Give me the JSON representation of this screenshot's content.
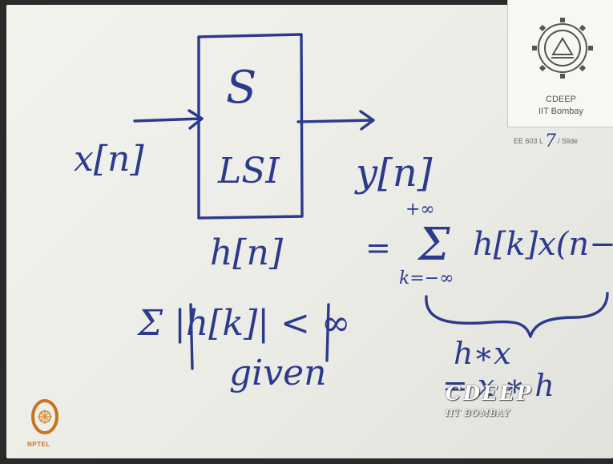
{
  "board": {
    "input_label": "x[n]",
    "system_symbol": "S",
    "system_type": "LSI",
    "output_label": "y[n]",
    "impulse_response_label": "h[n]",
    "equals": "=",
    "sum_upper": "+∞",
    "sum_symbol": "Σ",
    "sum_lower": "k=−∞",
    "convolution_term": "h[k]x(n−",
    "stability_condition": "Σ |h[k]| < ∞",
    "given": "given",
    "conv_shorthand_1": "h∗x",
    "conv_shorthand_2": "= x ∗ h"
  },
  "logo_card": {
    "icon": "iit-bombay-gear-emblem-icon",
    "line1": "CDEEP",
    "line2": "IIT Bombay",
    "slide_prefix": "EE 603 L",
    "slide_number": "7",
    "slide_suffix": "/ Slide"
  },
  "watermark": {
    "title": "CDEEP",
    "subtitle": "IIT BOMBAY"
  },
  "nptel": {
    "icon": "nptel-logo-icon",
    "label": "NPTEL"
  },
  "colors": {
    "ink": "#2b3a8c",
    "board": "#f0f0eb",
    "nptel": "#c8741f"
  }
}
